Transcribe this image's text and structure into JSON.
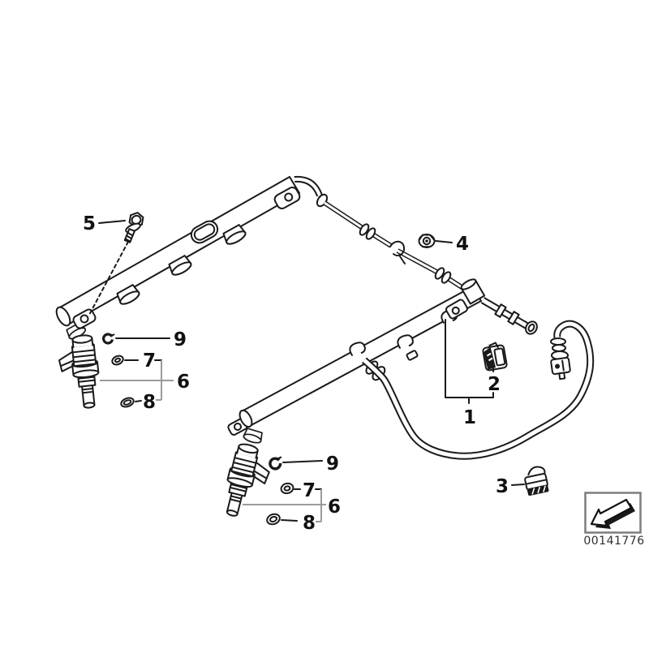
{
  "diagram": {
    "type": "exploded-parts-diagram",
    "callouts": {
      "1": "1",
      "2": "2",
      "3": "3",
      "4": "4",
      "5": "5",
      "6": "6",
      "7": "7",
      "8": "8",
      "9": "9"
    },
    "stamp": {
      "code": "00141776"
    }
  },
  "colors": {
    "line": "#1a1a1a",
    "leader_gray": "#9b9b9b",
    "stamp_border": "#7d7d7d",
    "stamp_text": "#2f2f2f",
    "background": "#ffffff"
  }
}
